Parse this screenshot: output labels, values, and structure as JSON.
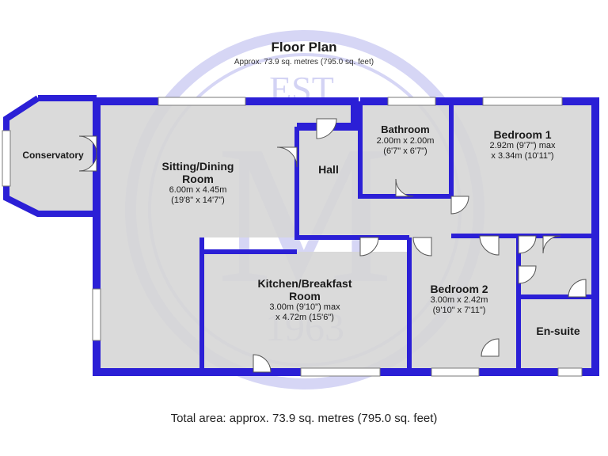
{
  "title": "Floor Plan",
  "subtitle": "Approx. 73.9 sq. metres (795.0 sq. feet)",
  "footer": "Total area: approx. 73.9 sq. metres (795.0 sq. feet)",
  "watermark": {
    "top_text": "EST.",
    "letter": "M",
    "year": "1963",
    "color": "#c9c9f2"
  },
  "colors": {
    "wall": "#2b1fd6",
    "floor": "#d6d6d6",
    "window": "#ffffff"
  },
  "rooms": {
    "conservatory": {
      "name": "Conservatory"
    },
    "sitting": {
      "name": "Sitting/Dining Room",
      "line1": "Sitting/Dining",
      "line2": "Room",
      "dim_m": "6.00m x 4.45m",
      "dim_ft": "(19'8\" x 14'7\")"
    },
    "hall": {
      "name": "Hall"
    },
    "bathroom": {
      "name": "Bathroom",
      "dim_m": "2.00m x 2.00m",
      "dim_ft": "(6'7\" x 6'7\")"
    },
    "bedroom1": {
      "name": "Bedroom 1",
      "dim_m": "2.92m (9'7\") max",
      "dim_ft": "x 3.34m (10'11\")"
    },
    "kitchen": {
      "name": "Kitchen/Breakfast Room",
      "line1": "Kitchen/Breakfast",
      "line2": "Room",
      "dim_m": "3.00m (9'10\") max",
      "dim_ft": "x 4.72m (15'6\")"
    },
    "bedroom2": {
      "name": "Bedroom 2",
      "dim_m": "3.00m x 2.42m",
      "dim_ft": "(9'10\" x 7'11\")"
    },
    "ensuite": {
      "name": "En-suite"
    }
  }
}
